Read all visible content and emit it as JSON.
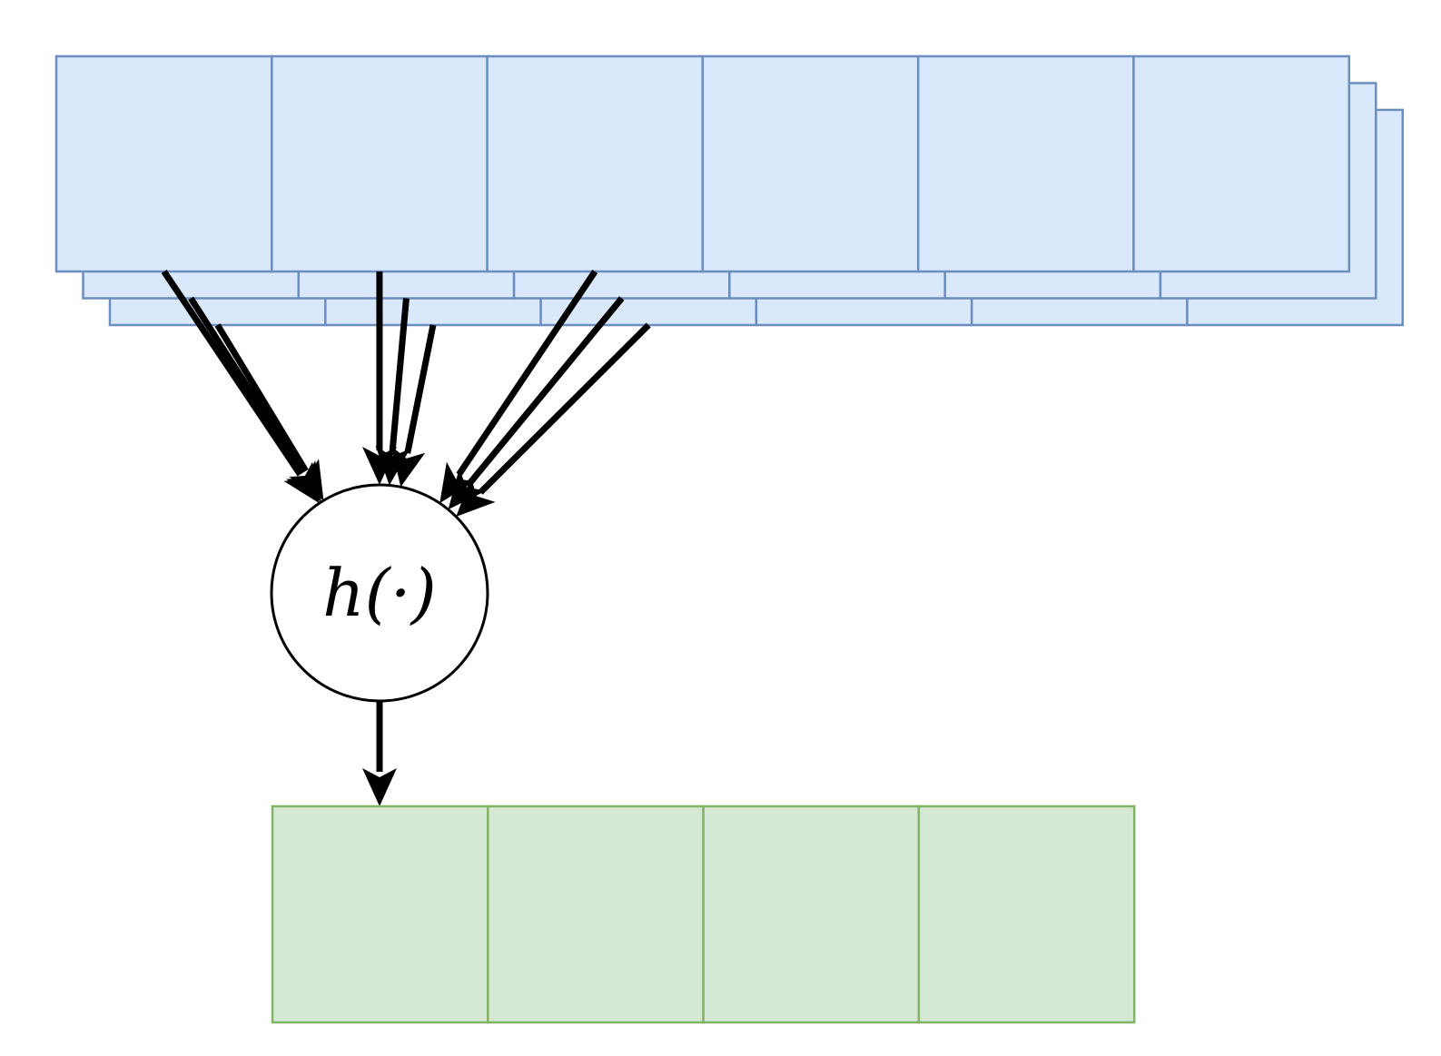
{
  "diagram": {
    "function_label": "h(·)"
  },
  "input_tensor": {
    "layer_count": 3,
    "cells_per_layer": 6,
    "fill_color": "#dae8fc",
    "stroke_color": "#6c8ebf"
  },
  "output_tensor": {
    "cell_count": 4,
    "fill_color": "#d5e8d4",
    "stroke_color": "#82b366"
  },
  "node": {
    "fill_color": "#ffffff",
    "stroke_color": "#000000"
  },
  "edges": {
    "color": "#000000"
  }
}
